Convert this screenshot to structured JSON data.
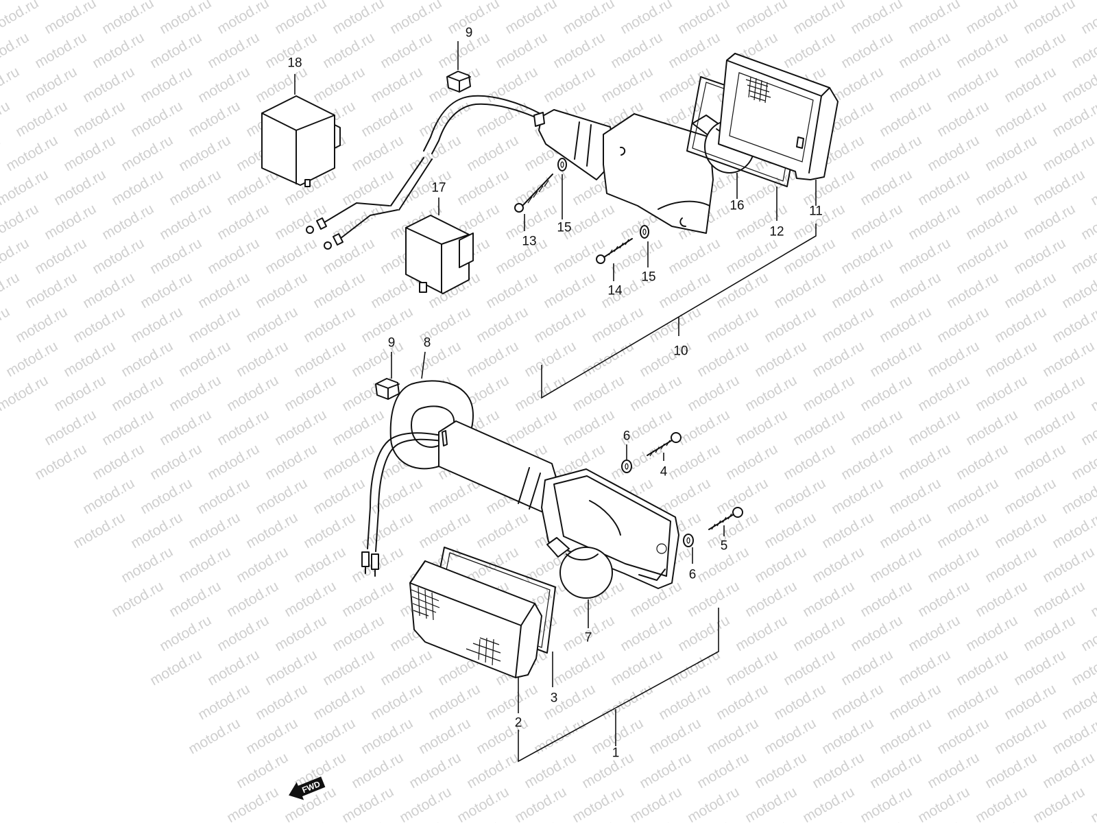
{
  "watermark": "motod.ru",
  "fwd_label": "FWD",
  "labels": {
    "l1": "1",
    "l2": "2",
    "l3": "3",
    "l4": "4",
    "l5": "5",
    "l6a": "6",
    "l6b": "6",
    "l7": "7",
    "l8": "8",
    "l9a": "9",
    "l9b": "9",
    "l10": "10",
    "l11": "11",
    "l12": "12",
    "l13": "13",
    "l14": "14",
    "l15a": "15",
    "l15b": "15",
    "l16": "16",
    "l17": "17",
    "l18": "18"
  }
}
